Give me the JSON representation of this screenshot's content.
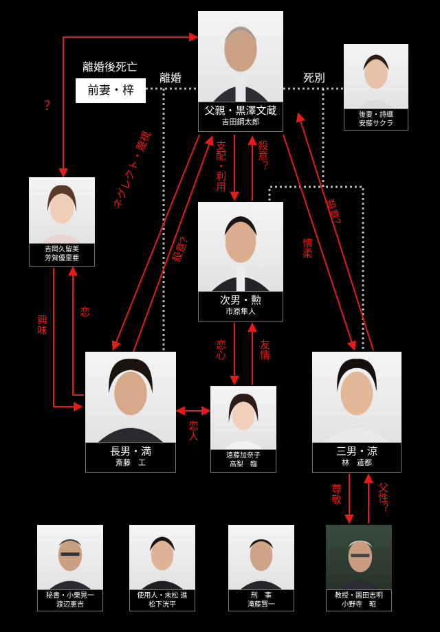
{
  "labels": {
    "divorce_death": "離婚後死亡",
    "divorce": "離婚",
    "bereavement": "死別",
    "ex_wife": "前妻・梓"
  },
  "characters": {
    "father": {
      "role": "父親・黒澤文蔵",
      "actor": "吉田鋼太郎"
    },
    "stepmother": {
      "role": "後妻・詩織",
      "actor": "安藤サクラ"
    },
    "kumi": {
      "role": "吉岡久留美",
      "actor": "芳賀優里亜"
    },
    "second_son": {
      "role": "次男・勲",
      "actor": "市原隼人"
    },
    "eldest_son": {
      "role": "長男・満",
      "actor": "斎藤　工"
    },
    "kanako": {
      "role": "遠藤加奈子",
      "actor": "高梨　臨"
    },
    "third_son": {
      "role": "三男・涼",
      "actor": "林　遣都"
    },
    "secretary": {
      "role": "秘書・小栗晃一",
      "actor": "渡辺憲吉"
    },
    "servant": {
      "role": "使用人・末松 進",
      "actor": "松下洸平"
    },
    "detective": {
      "role": "刑　事",
      "actor": "滝藤賢一"
    },
    "professor": {
      "role": "教授・園田志明",
      "actor": "小野寺　昭"
    }
  },
  "relations": {
    "question": "？",
    "control_use": "支配・利用",
    "murder_intent": "殺意？",
    "neglect": "ネグレクト・蔑視",
    "affection": "懐柔",
    "interest": "興味",
    "love": "恋",
    "romantic_feeling": "恋心",
    "friendship": "友情",
    "lovers": "恋人",
    "respect": "尊敬",
    "fatherhood": "父性？"
  },
  "colors": {
    "relation": "#e51a1a",
    "dotted": "#b5b5b5",
    "background": "#000000"
  }
}
